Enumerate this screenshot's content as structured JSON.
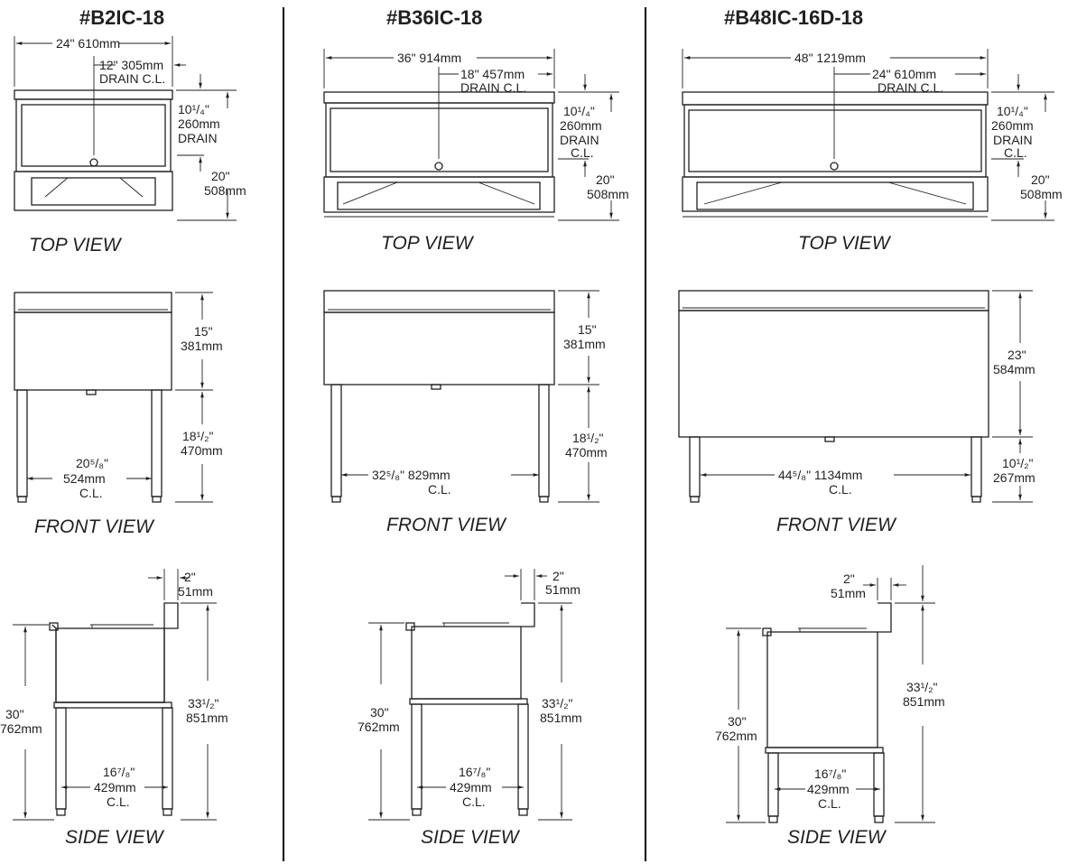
{
  "models": [
    {
      "title": "#B2IC-18",
      "top": {
        "overall": "24\" 610mm",
        "drain": "12\" 305mm",
        "drain_label": "DRAIN C.L.",
        "drain_depth": [
          "10¹/₄\"",
          "260mm",
          "DRAIN"
        ],
        "depth": [
          "20\"",
          "508mm"
        ]
      },
      "front": {
        "body_height": [
          "15\"",
          "381mm"
        ],
        "leg_height": [
          "18¹/₂\"",
          "470mm"
        ],
        "leg_cl": [
          "20⁵/₈\"",
          "524mm",
          "C.L."
        ]
      },
      "side": {
        "splash": [
          "2\"",
          "51mm"
        ],
        "height": [
          "30\"",
          "762mm"
        ],
        "overall_height": [
          "33¹/₂\"",
          "851mm"
        ],
        "leg_cl": [
          "16⁷/₈\"",
          "429mm",
          "C.L."
        ]
      }
    },
    {
      "title": "#B36IC-18",
      "top": {
        "overall": "36\" 914mm",
        "drain": "18\" 457mm",
        "drain_label": "DRAIN C.L.",
        "drain_depth": [
          "10¹/₄\"",
          "260mm",
          "DRAIN",
          "C.L."
        ],
        "depth": [
          "20\"",
          "508mm"
        ]
      },
      "front": {
        "body_height": [
          "15\"",
          "381mm"
        ],
        "leg_height": [
          "18¹/₂\"",
          "470mm"
        ],
        "leg_cl": [
          "32⁵/₈\" 829mm",
          "C.L."
        ]
      },
      "side": {
        "splash": [
          "2\"",
          "51mm"
        ],
        "height": [
          "30\"",
          "762mm"
        ],
        "overall_height": [
          "33¹/₂\"",
          "851mm"
        ],
        "leg_cl": [
          "16⁷/₈\"",
          "429mm",
          "C.L."
        ]
      }
    },
    {
      "title": "#B48IC-16D-18",
      "top": {
        "overall": "48\" 1219mm",
        "drain": "24\" 610mm",
        "drain_label": "DRAIN C.L.",
        "drain_depth": [
          "10¹/₄\"",
          "260mm",
          "DRAIN",
          "C.L."
        ],
        "depth": [
          "20\"",
          "508mm"
        ]
      },
      "front": {
        "body_height": [
          "23\"",
          "584mm"
        ],
        "leg_height": [
          "10¹/₂\"",
          "267mm"
        ],
        "leg_cl": [
          "44⁵/₈\" 1134mm",
          "C.L."
        ]
      },
      "side": {
        "splash": [
          "2\"",
          "51mm"
        ],
        "height": [
          "30\"",
          "762mm"
        ],
        "overall_height": [
          "33¹/₂\"",
          "851mm"
        ],
        "leg_cl": [
          "16⁷/₈\"",
          "429mm",
          "C.L."
        ]
      }
    }
  ],
  "view_labels": {
    "top": "TOP VIEW",
    "front": "FRONT VIEW",
    "side": "SIDE VIEW"
  }
}
